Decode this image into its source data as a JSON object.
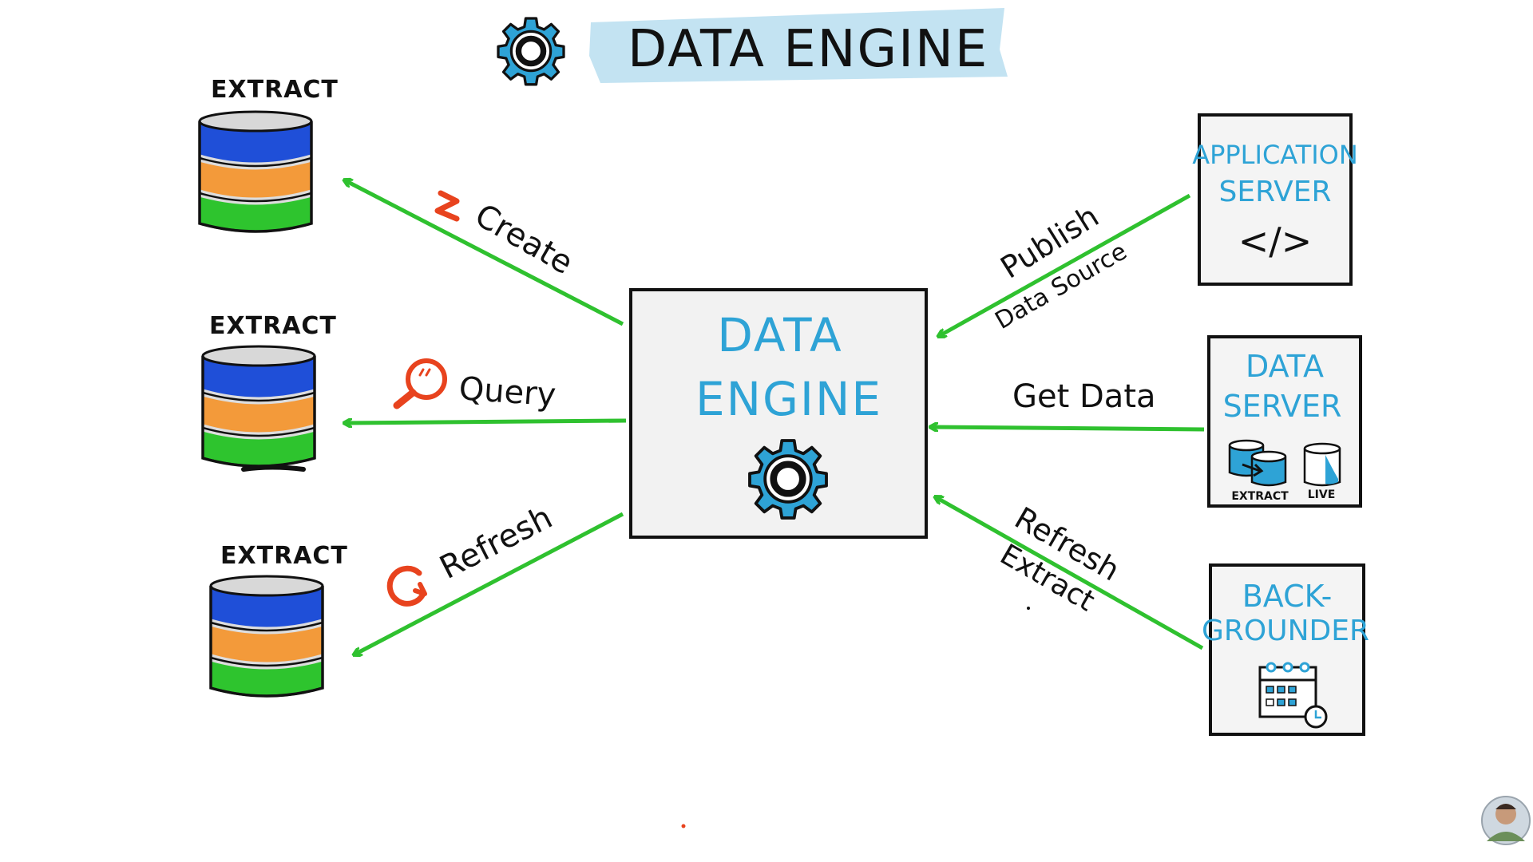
{
  "title": "DATA ENGINE",
  "extract_label": "EXTRACT",
  "left_arrows": [
    {
      "label": "Create",
      "icon": "lightning-icon"
    },
    {
      "label": "Query",
      "icon": "magnifier-icon"
    },
    {
      "label": "Refresh",
      "icon": "refresh-icon"
    }
  ],
  "center": {
    "line1": "DATA",
    "line2": "ENGINE"
  },
  "right_arrows": {
    "publish": {
      "line1": "Publish",
      "line2": "Data Source"
    },
    "get_data": "Get Data",
    "refresh_extract": {
      "line1": "Refresh",
      "line2": "Extract"
    }
  },
  "servers": {
    "application": {
      "line1": "APPLICATION",
      "line2": "SERVER",
      "code": "</>"
    },
    "data": {
      "line1": "DATA",
      "line2": "SERVER",
      "extract": "EXTRACT",
      "live": "LIVE"
    },
    "backgrounder": {
      "line1": "BACK-",
      "line2": "GROUNDER"
    }
  },
  "colors": {
    "accent_blue": "#2ea3d6",
    "arrow_green": "#2fc12f",
    "icon_red": "#e8431e",
    "db_blue": "#1f4fd8",
    "db_orange": "#f39a3a",
    "db_green": "#2ec42e"
  }
}
